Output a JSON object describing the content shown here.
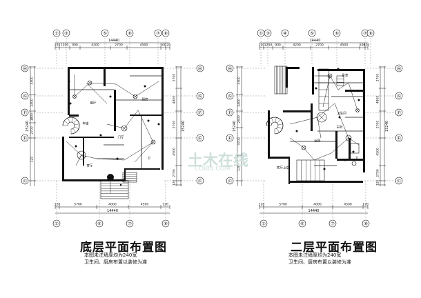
{
  "plans": [
    {
      "title": "底层平面布置图",
      "notes": [
        "本图未注墙厚均为240宽",
        "卫生间、厨房布置以装修为准"
      ],
      "top_axes": [
        "①",
        "③",
        "⑤",
        "⑥",
        "⑦",
        "⑧"
      ],
      "top_total": "14440",
      "top_dims": [
        "120",
        "1200",
        "900",
        "4200",
        "2700",
        "4500",
        "500",
        "120"
      ],
      "bottom_axes": [
        "①",
        "⑥",
        "⑦",
        "⑧"
      ],
      "bottom_dims": [
        "120",
        "5700",
        "4000",
        "4500",
        "120"
      ],
      "bottom_total": "14440",
      "side_axes": [
        "Ⓗ",
        "Ⓖ",
        "Ⓕ",
        "Ⓔ",
        "Ⓒ",
        "Ⓐ"
      ],
      "left_dims": [
        "3300",
        "2400",
        "1800",
        "2700",
        "120"
      ],
      "left_total": "15240",
      "right_dims": [
        "2700",
        "4800",
        "2700",
        "4500",
        "2700",
        "120"
      ],
      "right_total": "15240",
      "rooms": [
        "客厅",
        "厨房",
        "餐厅",
        "卫",
        "门厅",
        "车库"
      ]
    },
    {
      "title": "二层平面布置图",
      "notes": [
        "本图未注墙厚均为240宽",
        "卫生间、厨房布置以装修为准"
      ],
      "top_axes": [
        "①",
        "③",
        "④",
        "⑤",
        "⑥",
        "⑦",
        "⑧"
      ],
      "top_total": "14440",
      "top_dims": [
        "120",
        "1200",
        "900",
        "4200",
        "2700",
        "4500",
        "500",
        "120"
      ],
      "bottom_axes": [
        "①",
        "⑥",
        "⑦",
        "⑧"
      ],
      "bottom_dims": [
        "120",
        "5700",
        "4000",
        "4500",
        "120"
      ],
      "bottom_total": "14440",
      "side_axes": [
        "Ⓗ",
        "Ⓖ",
        "Ⓕ",
        "Ⓔ",
        "Ⓒ",
        "Ⓐ"
      ],
      "left_dims": [
        "3300",
        "2400",
        "2400",
        "3700",
        "120"
      ],
      "left_total": "15240",
      "right_dims": [
        "2700",
        "4800",
        "2700",
        "4500",
        "2700",
        "120"
      ],
      "right_total": "15240",
      "rooms": [
        "卧室",
        "主卧",
        "卫",
        "起居",
        "客厅上空",
        "卫生间"
      ]
    }
  ],
  "watermark": {
    "main": "土木在线",
    "sub": "COI88.COM"
  }
}
